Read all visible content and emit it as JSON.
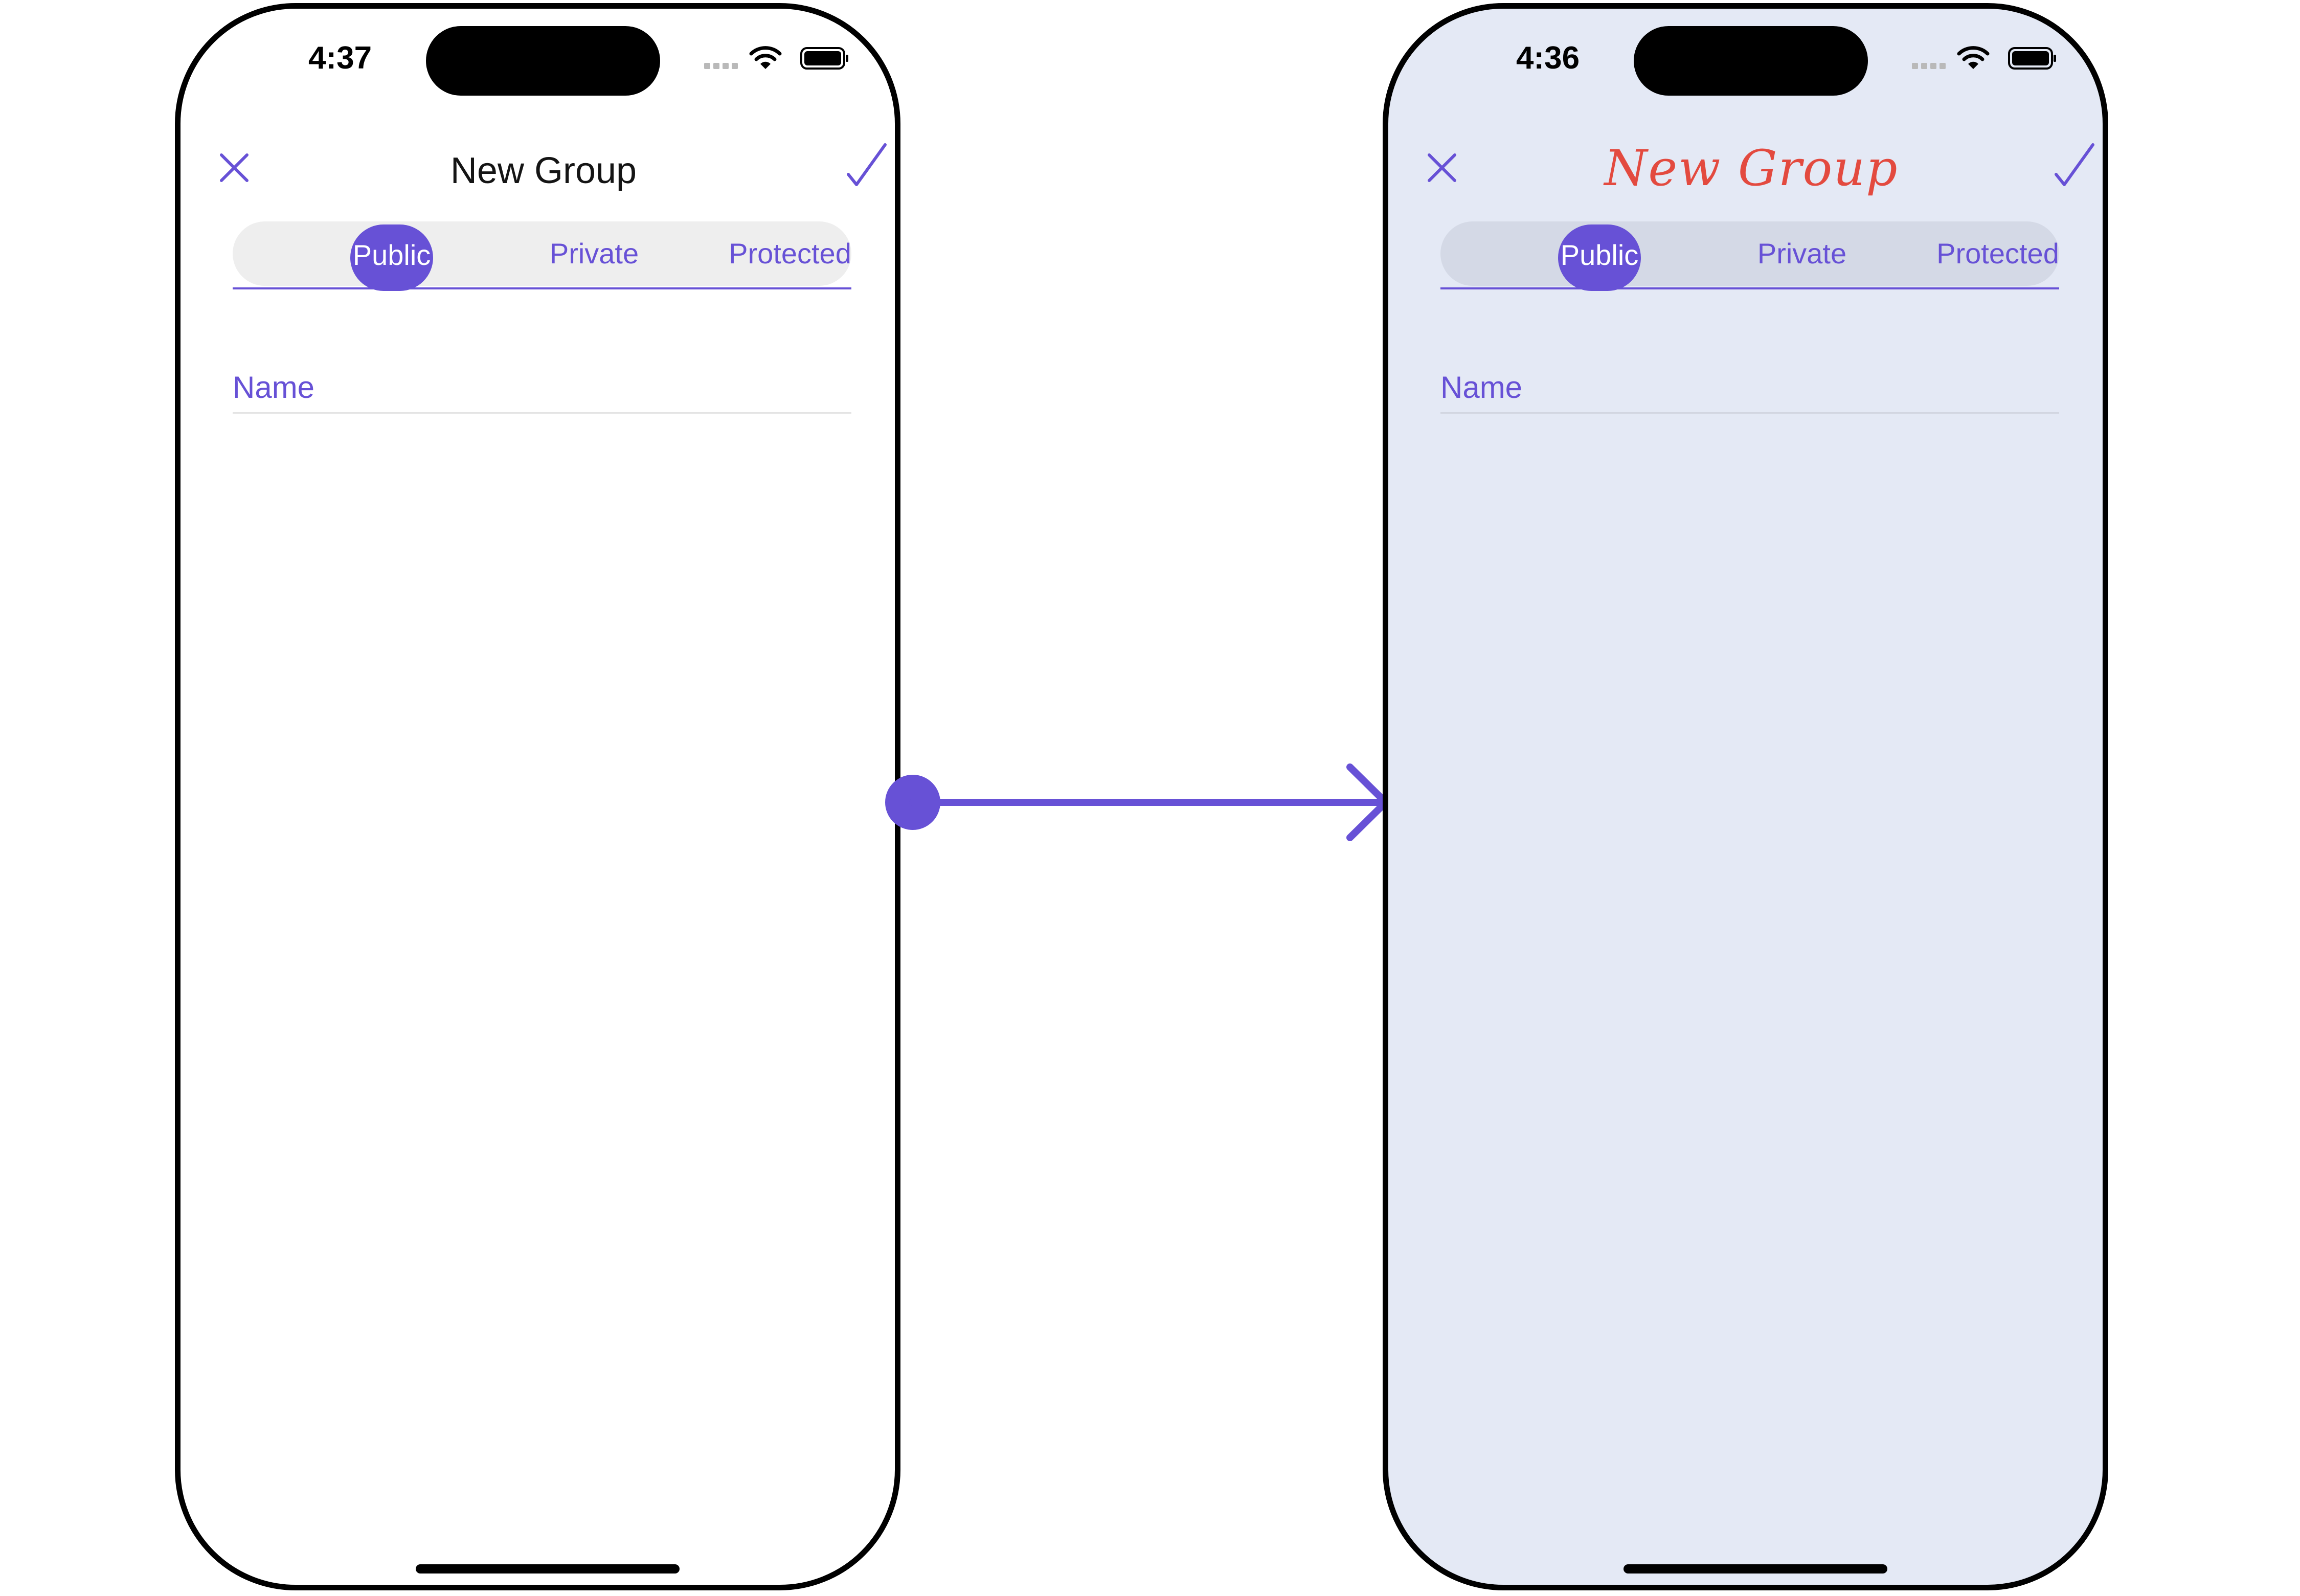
{
  "colors": {
    "accent": "#6751d6",
    "title_custom": "#e34a3f",
    "background_default": "#ffffff",
    "background_custom": "#e4e9f5",
    "segment_bg_default": "#eeeeee",
    "segment_bg_custom": "#d4d9e6"
  },
  "icons": {
    "close": "close-icon",
    "confirm": "checkmark-icon",
    "wifi": "wifi-icon",
    "battery": "battery-icon",
    "signal": "cellular-signal-icon",
    "transition": "arrow-right-icon"
  },
  "screens": [
    {
      "status_time": "4:37",
      "title": "New Group",
      "group_types": [
        "Public",
        "Private",
        "Protected"
      ],
      "selected_type": "Public",
      "name_placeholder": "Name"
    },
    {
      "status_time": "4:36",
      "title": "New Group",
      "group_types": [
        "Public",
        "Private",
        "Protected"
      ],
      "selected_type": "Public",
      "name_placeholder": "Name"
    }
  ]
}
